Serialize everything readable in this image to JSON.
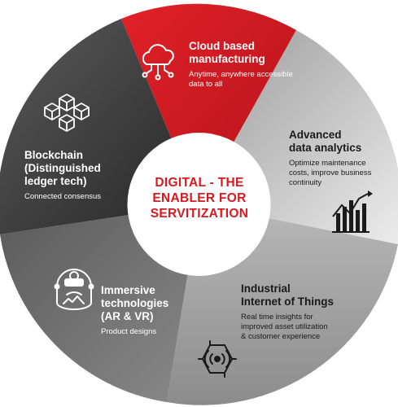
{
  "center": {
    "lines": [
      "DIGITAL - THE",
      "ENABLER FOR",
      "SERVITIZATION"
    ]
  },
  "segments": [
    {
      "title_lines": [
        "Cloud based",
        "manufacturing"
      ],
      "description_lines": [
        "Anytime, anywhere accessible",
        "data to all"
      ],
      "icon": "cloud-network-icon",
      "color": "#d71920"
    },
    {
      "title_lines": [
        "Advanced",
        "data analytics"
      ],
      "description_lines": [
        "Optimize maintenance",
        "costs, improve business",
        "continuity"
      ],
      "icon": "bar-chart-trend-icon",
      "color": "#c8c8c8"
    },
    {
      "title_lines": [
        "Industrial",
        "Internet of Things"
      ],
      "description_lines": [
        "Real time insights for",
        "improved asset utilization",
        "& customer experience"
      ],
      "icon": "iot-chip-icon",
      "color": "#a9a9a9"
    },
    {
      "title_lines": [
        "Immersive",
        "technologies",
        "(AR & VR)"
      ],
      "description_lines": [
        "Product designs"
      ],
      "icon": "vr-headset-icon",
      "color": "#6e6e6e"
    },
    {
      "title_lines": [
        "Blockchain",
        "(Distinguished",
        "ledger tech)"
      ],
      "description_lines": [
        "Connected consensus"
      ],
      "icon": "blockchain-cubes-icon",
      "color": "#3c3c3c"
    }
  ]
}
